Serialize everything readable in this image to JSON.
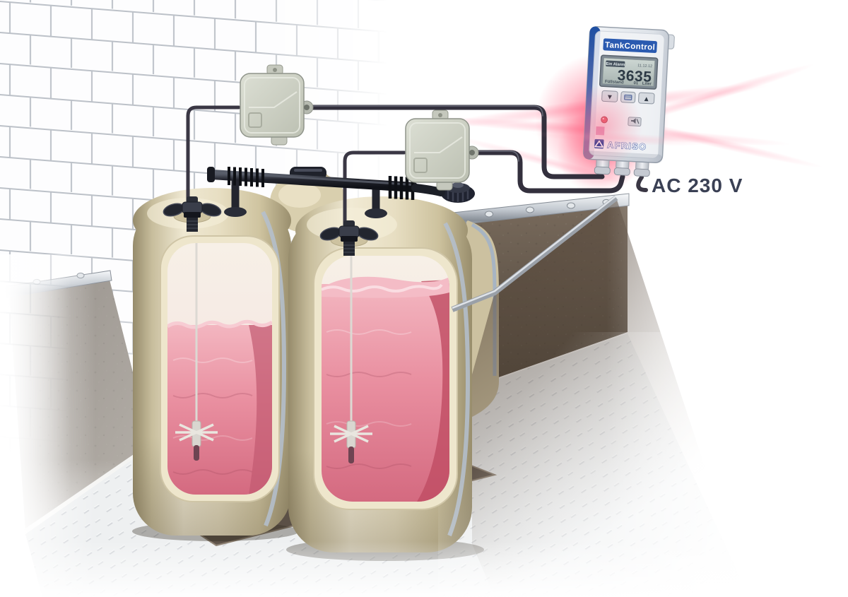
{
  "device": {
    "name": "TankControl",
    "display": {
      "status_badge": "Ein Alarm",
      "date": "11.12.12",
      "value": "3635",
      "caption": {
        "left": "Füllstand",
        "middle": "01",
        "right": "Liter"
      }
    },
    "buttons": {
      "down_glyph": "▼",
      "up_glyph": "▲"
    },
    "brand": "AFRISO"
  },
  "labels": {
    "power": "AC 230 V"
  },
  "icons": {
    "down_arrow": "triangle-down",
    "up_arrow": "triangle-up",
    "menu_key": "folder-key",
    "mute_key": "horn-mute",
    "alarm_led": "red-led",
    "logo_mark": "afriso-triangle-a"
  },
  "colors": {
    "brand_blue": "#2a5ab0",
    "logo_blue": "#1c3e96",
    "alarm_glow": "#ff4d72",
    "liquid_pink": "#e4798d",
    "tank_cream": "#e6ddc0",
    "cable_dark": "#33303d"
  }
}
